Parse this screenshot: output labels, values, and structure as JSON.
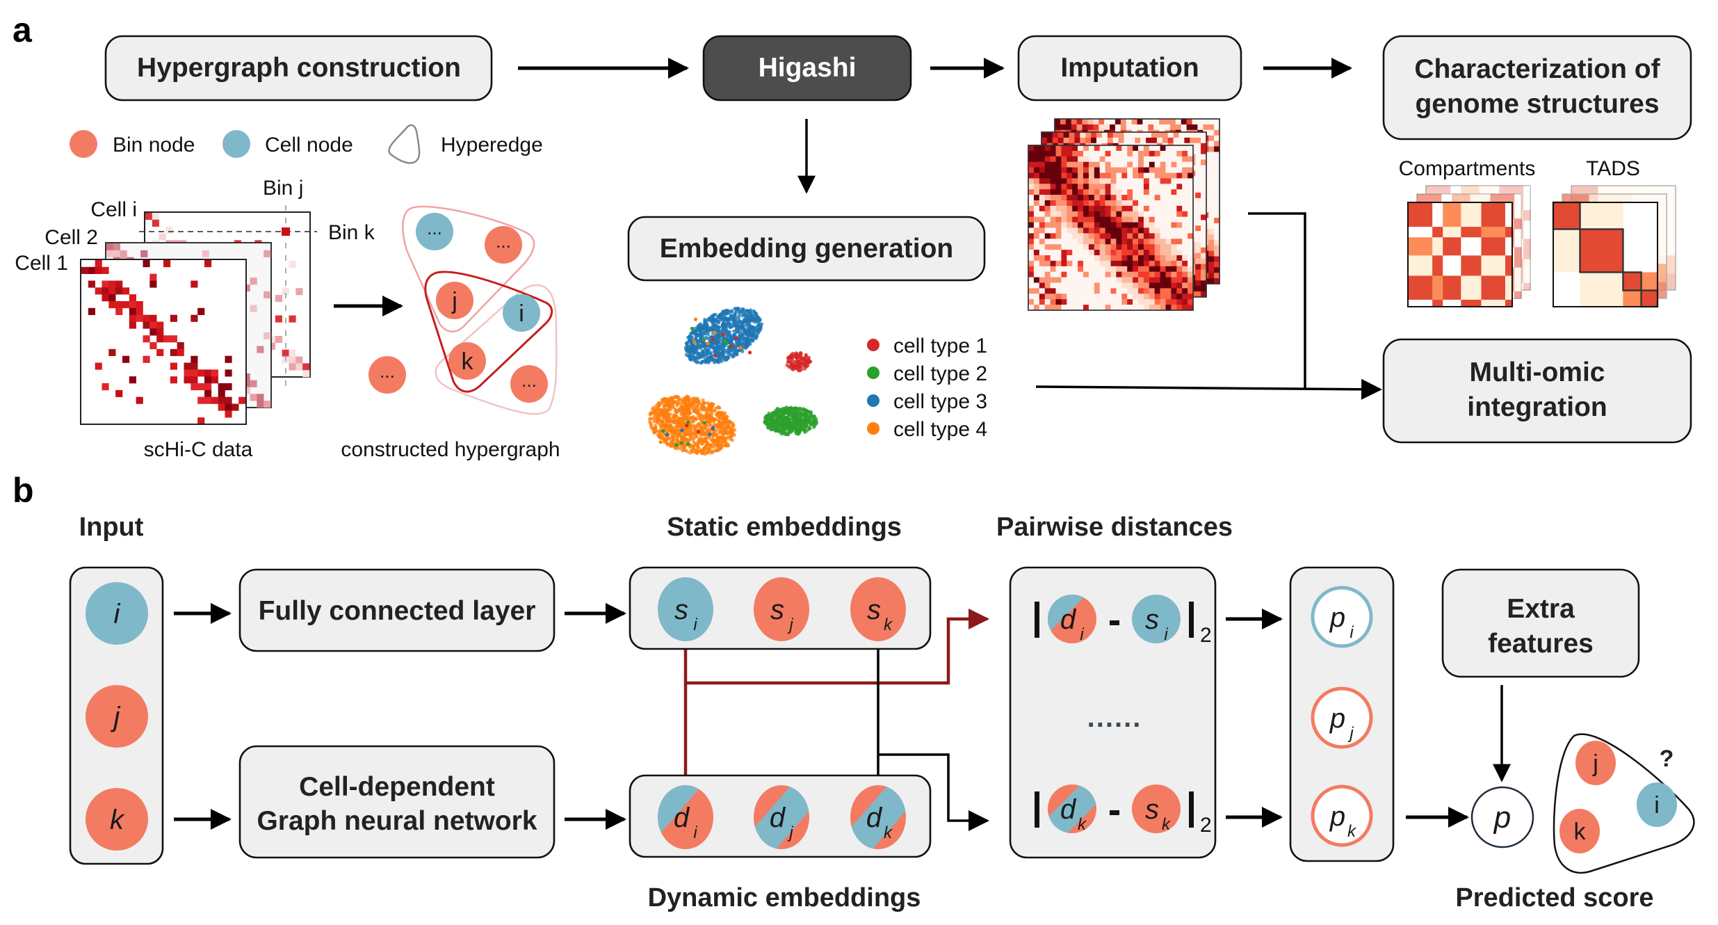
{
  "colors": {
    "bin_node": "#f37b62",
    "cell_node": "#7fb8c9",
    "box_fill": "#efefef",
    "box_dark": "#4d4d4d",
    "dark_red_path": "#8b1a1a",
    "hic_dark": "#a50f15",
    "hic_mid": "#de2d26"
  },
  "panel_a": {
    "label": "a",
    "boxes": {
      "hypergraph_construction": "Hypergraph construction",
      "higashi": "Higashi",
      "imputation": "Imputation",
      "characterization": [
        "Characterization of",
        "genome structures"
      ],
      "embedding_generation": "Embedding generation",
      "multi_omic": [
        "Multi-omic",
        "integration"
      ]
    },
    "legend": {
      "bin_node": "Bin node",
      "cell_node": "Cell node",
      "hyperedge": "Hyperedge"
    },
    "schic": {
      "cells": [
        "Cell i",
        "Cell 2",
        "Cell 1"
      ],
      "bin_j": "Bin j",
      "bin_k": "Bin k",
      "caption": "scHi-C data"
    },
    "hypergraph": {
      "caption": "constructed hypergraph",
      "nodes": [
        {
          "type": "cell",
          "label": "..."
        },
        {
          "type": "bin",
          "label": "..."
        },
        {
          "type": "bin",
          "label": "j"
        },
        {
          "type": "cell",
          "label": "i"
        },
        {
          "type": "bin",
          "label": "k"
        },
        {
          "type": "bin",
          "label": "..."
        },
        {
          "type": "bin",
          "label": "..."
        }
      ]
    },
    "embedding_legend": [
      {
        "label": "cell type 1",
        "color": "#d62728"
      },
      {
        "label": "cell type 2",
        "color": "#2ca02c"
      },
      {
        "label": "cell type 3",
        "color": "#1f77b4"
      },
      {
        "label": "cell type 4",
        "color": "#ff7f0e"
      }
    ],
    "structures": {
      "compartments": "Compartments",
      "tads": "TADS"
    }
  },
  "panel_b": {
    "label": "b",
    "headers": {
      "input": "Input",
      "static": "Static embeddings",
      "pairwise": "Pairwise distances",
      "dynamic": "Dynamic embeddings",
      "predicted": "Predicted score"
    },
    "input_nodes": [
      {
        "type": "cell",
        "label": "i"
      },
      {
        "type": "bin",
        "label": "j"
      },
      {
        "type": "bin",
        "label": "k"
      }
    ],
    "fc_layer": "Fully connected layer",
    "gnn": [
      "Cell-dependent",
      "Graph neural network"
    ],
    "static_nodes": [
      {
        "type": "cell",
        "main": "s",
        "sub": "i"
      },
      {
        "type": "bin",
        "main": "s",
        "sub": "j"
      },
      {
        "type": "bin",
        "main": "s",
        "sub": "k"
      }
    ],
    "dynamic_nodes": [
      {
        "main": "d",
        "sub": "i"
      },
      {
        "main": "d",
        "sub": "j"
      },
      {
        "main": "d",
        "sub": "k"
      }
    ],
    "distances": [
      {
        "d_sub": "i",
        "s_sub": "i",
        "norm": "2"
      },
      {
        "d_sub": "k",
        "s_sub": "k",
        "norm": "2"
      }
    ],
    "ellipsis": "......",
    "p_nodes": [
      {
        "type": "cell",
        "main": "p",
        "sub": "i"
      },
      {
        "type": "bin",
        "main": "p",
        "sub": "j"
      },
      {
        "type": "bin",
        "main": "p",
        "sub": "k"
      }
    ],
    "extra_features": [
      "Extra",
      "features"
    ],
    "p_output": "p",
    "predicted_hyperedge": {
      "nodes": [
        {
          "type": "bin",
          "label": "j"
        },
        {
          "type": "cell",
          "label": "i"
        },
        {
          "type": "bin",
          "label": "k"
        }
      ],
      "question": "?"
    }
  }
}
